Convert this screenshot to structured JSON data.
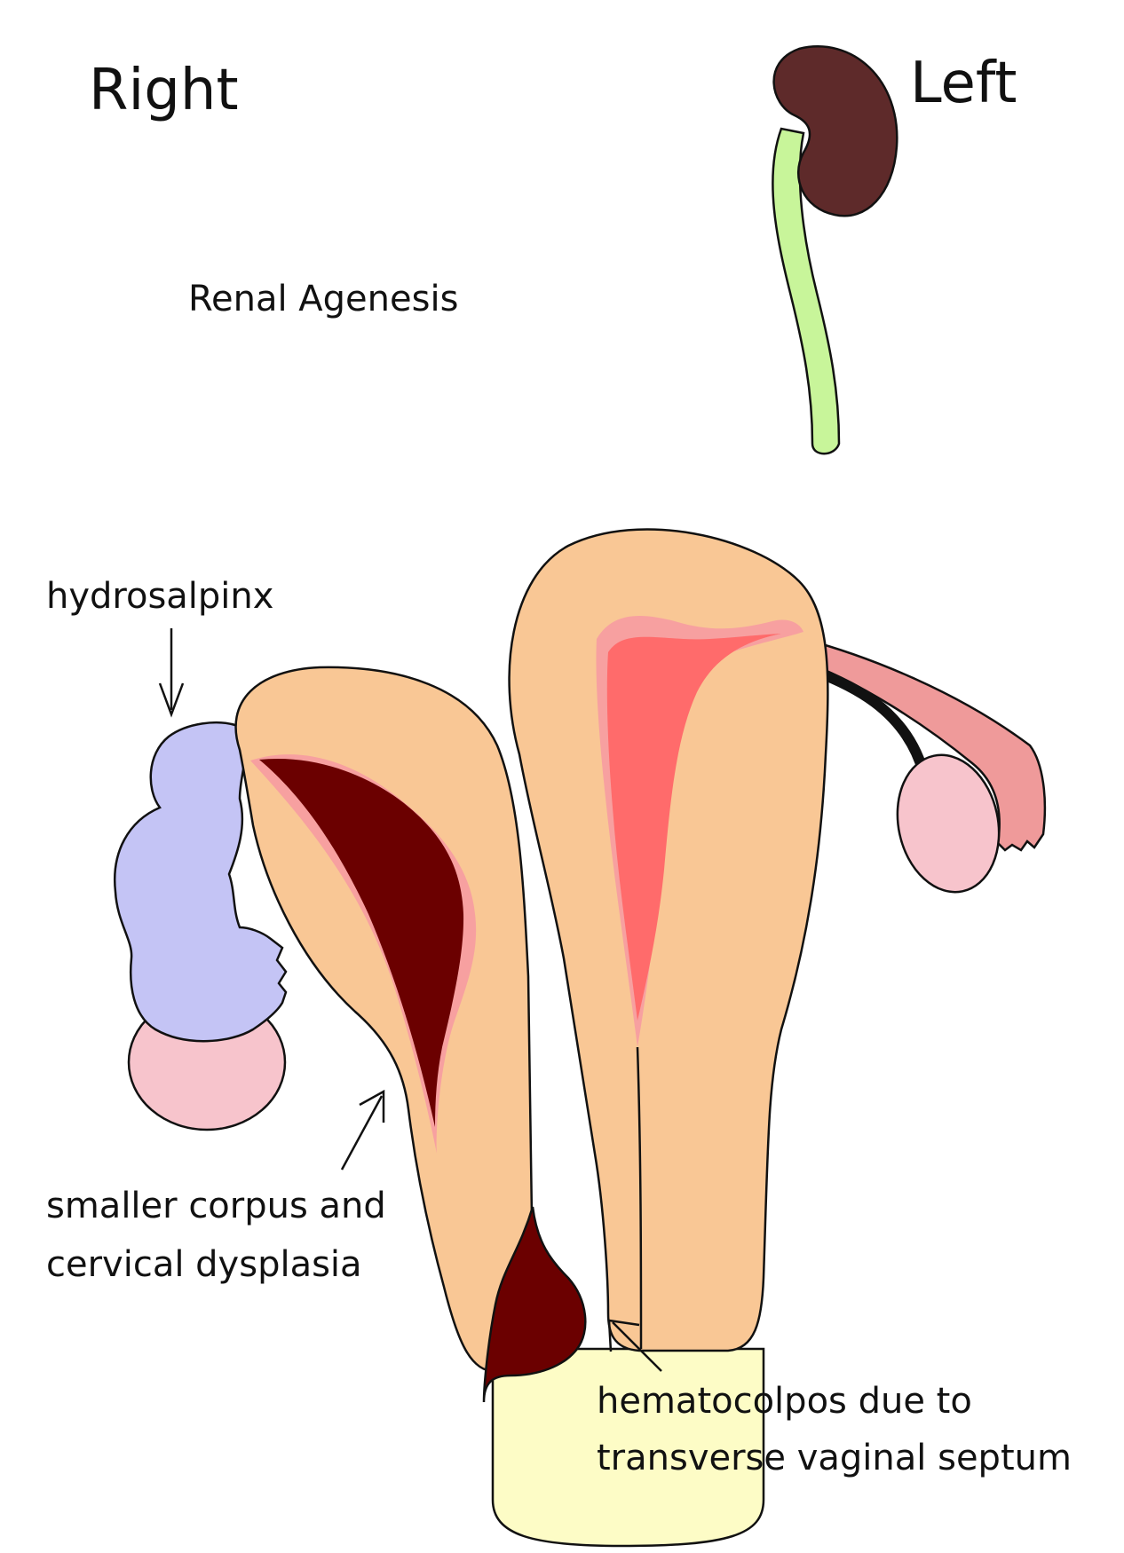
{
  "labels": {
    "right": "Right",
    "left": "Left",
    "renal_agenesis": "Renal Agenesis",
    "hydrosalpinx": "hydrosalpinx",
    "smaller_corpus_line1": "smaller corpus and",
    "smaller_corpus_line2": "cervical dysplasia",
    "hematocolpos_line1": "hematocolpos due to",
    "hematocolpos_line2": "transverse vaginal septum"
  },
  "colors": {
    "kidney": "#5e2a2a",
    "ureter": "#c8f59a",
    "uterus": "#f9c795",
    "cavity_left": "#ff6b6b",
    "cavity_rim": "#f7a0a0",
    "cavity_right": "#6b0000",
    "hydrosalpinx": "#c4c4f5",
    "ovary": "#f7c4cc",
    "tube": "#ef9a9a",
    "vagina": "#fdfcc6",
    "hematocolpos": "#6b0000"
  }
}
